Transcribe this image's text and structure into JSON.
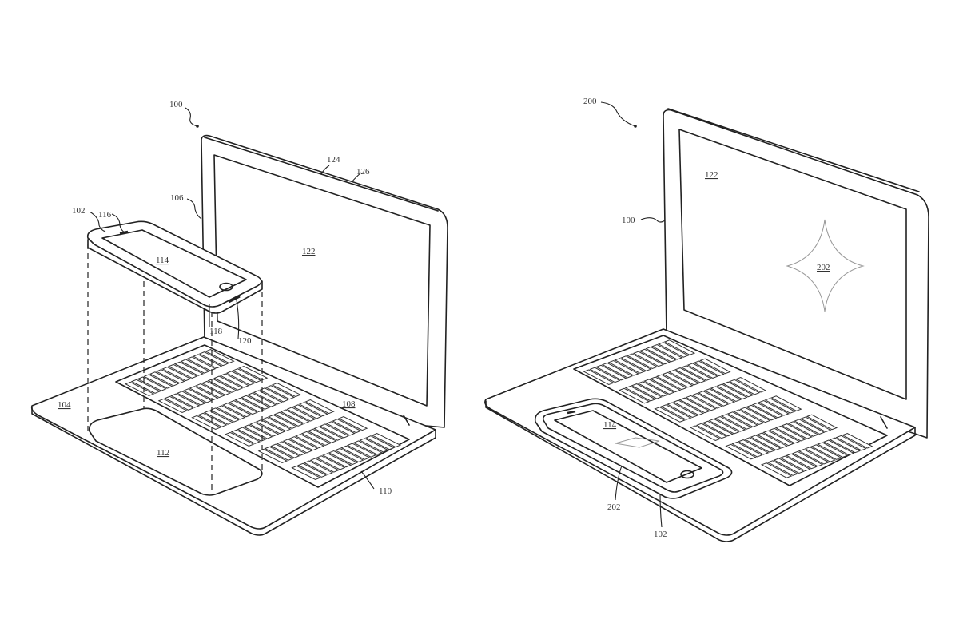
{
  "figures": [
    {
      "id": "fig-100",
      "labels": {
        "ref_100": "100",
        "ref_102": "102",
        "ref_116": "116",
        "ref_106": "106",
        "ref_124": "124",
        "ref_126": "126",
        "ref_114": "114",
        "ref_122": "122",
        "ref_118": "118",
        "ref_120": "120",
        "ref_104": "104",
        "ref_108": "108",
        "ref_112": "112",
        "ref_110": "110"
      }
    },
    {
      "id": "fig-200",
      "labels": {
        "ref_200": "200",
        "ref_100": "100",
        "ref_122": "122",
        "ref_202_screen": "202",
        "ref_114": "114",
        "ref_202_phone": "202",
        "ref_102": "102"
      }
    }
  ]
}
